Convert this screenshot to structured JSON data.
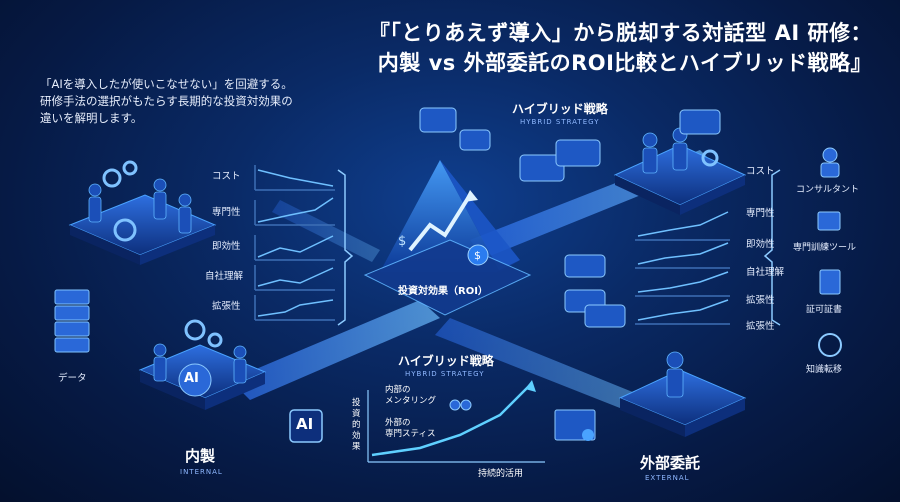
{
  "title": {
    "line1": "『「とりあえず導入」から脱却する対話型 AI 研修：",
    "line2": "内製 vs 外部委託のROI比較とハイブリッド戦略』"
  },
  "intro": {
    "line1": "「AIを導入したが使いこなせない」を回避する。",
    "line2": "研修手法の選択がもたらす長期的な投資対効果の",
    "line3": "違いを解明します。"
  },
  "left_metrics": [
    "コスト",
    "専門性",
    "即効性",
    "自社理解",
    "拡張性"
  ],
  "right_metrics": [
    "コスト",
    "専門性",
    "即効性",
    "自社理解",
    "拡張性"
  ],
  "right_icons": [
    "コンサルタント",
    "専門訓練ツール",
    "証可証書",
    "知識転移"
  ],
  "data_label": "データ",
  "internal": {
    "label": "内製",
    "sub": "INTERNAL"
  },
  "external": {
    "label": "外部委託",
    "sub": "EXTERNAL"
  },
  "hybrid_top": {
    "label": "ハイブリッド戦略",
    "sub": "HYBRID STRATEGY"
  },
  "hybrid_bottom": {
    "label": "ハイブリッド戦略",
    "sub": "HYBRID STRATEGY"
  },
  "roi_label": "投資対効果（ROI）",
  "ai_chip": "AI",
  "ai_badge": "AI",
  "bottom_chart": {
    "ylabel_chars": [
      "投",
      "資",
      "的",
      "効",
      "果"
    ],
    "ann1_l1": "内部の",
    "ann1_l2": "メンタリング",
    "ann2_l1": "外部の",
    "ann2_l2": "専門スティス",
    "xlabel": "持続的活用"
  },
  "colors": {
    "bg": "#061a45",
    "accent": "#3d8bff",
    "glow": "#5fb4ff"
  }
}
